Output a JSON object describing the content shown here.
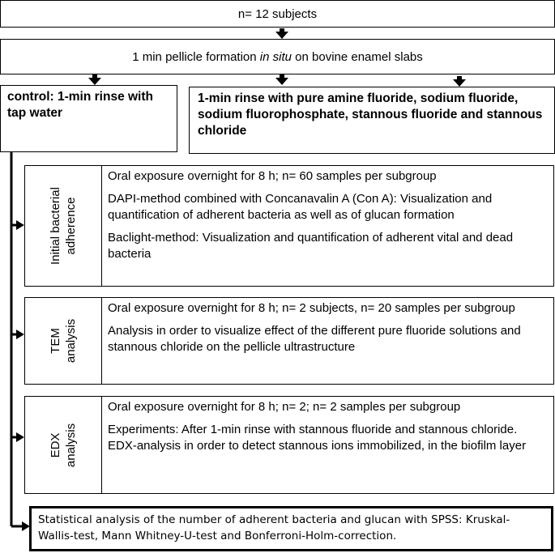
{
  "top_box": {
    "text": "n= 12 subjects"
  },
  "pellicle_box": {
    "prefix": "1 min pellicle formation ",
    "italic": "in situ",
    "suffix": " on bovine enamel slabs"
  },
  "control_box": {
    "text": "control: 1-min rinse with tap water"
  },
  "treatment_box": {
    "text": "1-min rinse with pure amine fluoride, sodium fluoride, sodium fluorophosphate, stannous fluoride and stannous chloride"
  },
  "sections": [
    {
      "label_lines": [
        "Initial bacterial",
        "adherence"
      ],
      "paragraphs": [
        "Oral exposure overnight for 8 h; n= 60 samples per subgroup",
        "DAPI-method combined with Concanavalin A (Con A): Visualization and quantification of adherent bacteria as well as of glucan formation",
        "Baclight-method: Visualization and quantification of adherent vital and dead bacteria"
      ]
    },
    {
      "label_lines": [
        "TEM",
        "analysis"
      ],
      "paragraphs": [
        "Oral exposure overnight for 8 h; n= 2 subjects, n= 20 samples per subgroup",
        "Analysis in order to visualize effect of the different pure fluoride solutions and stannous chloride on the pellicle ultrastructure"
      ]
    },
    {
      "label_lines": [
        "EDX",
        "analysis"
      ],
      "paragraphs": [
        "Oral exposure overnight for 8 h; n= 2; n= 2 samples per subgroup",
        "Experiments: After 1-min rinse with stannous fluoride and stannous chloride.",
        "EDX-analysis in order to detect stannous ions immobilized, in the biofilm layer"
      ]
    }
  ],
  "final_box": {
    "text": "Statistical analysis of the number of adherent bacteria and glucan with SPSS: Kruskal-Wallis-test, Mann Whitney-U-test and Bonferroni-Holm-correction."
  }
}
